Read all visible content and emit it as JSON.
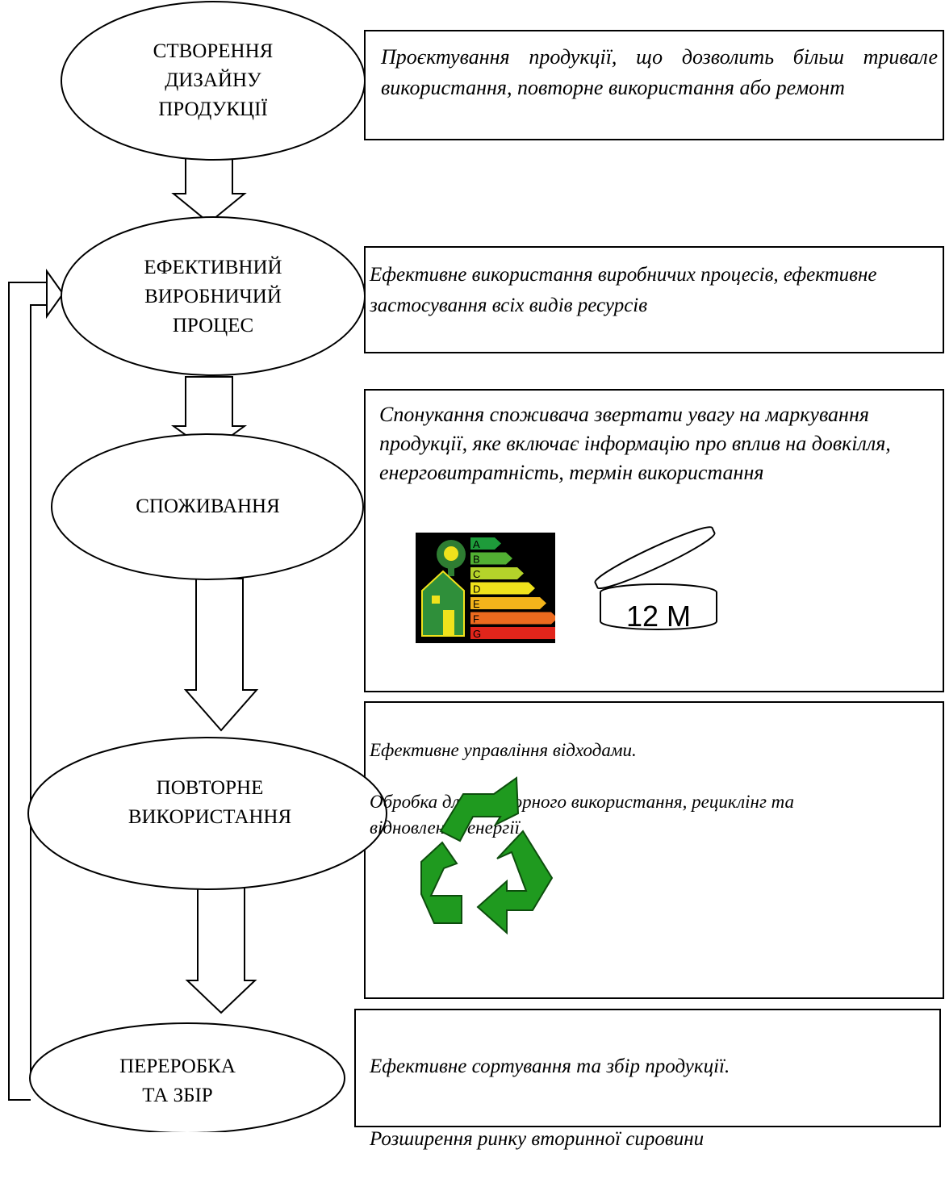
{
  "stages": [
    {
      "label": "СТВОРЕННЯ\nДИЗАЙНУ\nПРОДУКЦІЇ"
    },
    {
      "label": "ЕФЕКТИВНИЙ\nВИРОБНИЧИЙ\nПРОЦЕС"
    },
    {
      "label": "СПОЖИВАННЯ"
    },
    {
      "label": "ПОВТОРНЕ\nВИКОРИСТАННЯ"
    },
    {
      "label": "ПЕРЕРОБКА\nТА ЗБІР"
    }
  ],
  "descriptions": [
    {
      "text": "Проєктування продукції, що дозволить більш тривале використання, повторне використання або ремонт"
    },
    {
      "text": "Ефективне використання виробничих процесів, ефективне застосування всіх видів ресурсів"
    },
    {
      "text": "Спонукання споживача звертати увагу на маркування продукції, яке включає інформацію про вплив на довкілля, енерговитратність, термін використання"
    },
    {
      "lines": [
        "Ефективне управління відходами.",
        "Обробка для повторного використання, рециклінг та відновлення енергії"
      ]
    },
    {
      "lines": [
        "Ефективне сортування та збір продукції.",
        "Розширення ринку вторинної сировини"
      ]
    }
  ],
  "energy_label": {
    "grades": [
      "A",
      "B",
      "C",
      "D",
      "E",
      "F",
      "G"
    ],
    "colors": [
      "#1e9b3a",
      "#52b033",
      "#b5d32a",
      "#f0e21c",
      "#f3b41b",
      "#ec6a1e",
      "#e1251b"
    ]
  },
  "pao_symbol": {
    "text": "12 M"
  },
  "recycle_icon": {
    "name": "recycle-icon",
    "color": "#1f9a1f"
  },
  "colors": {
    "line": "#000000",
    "background": "#ffffff"
  }
}
